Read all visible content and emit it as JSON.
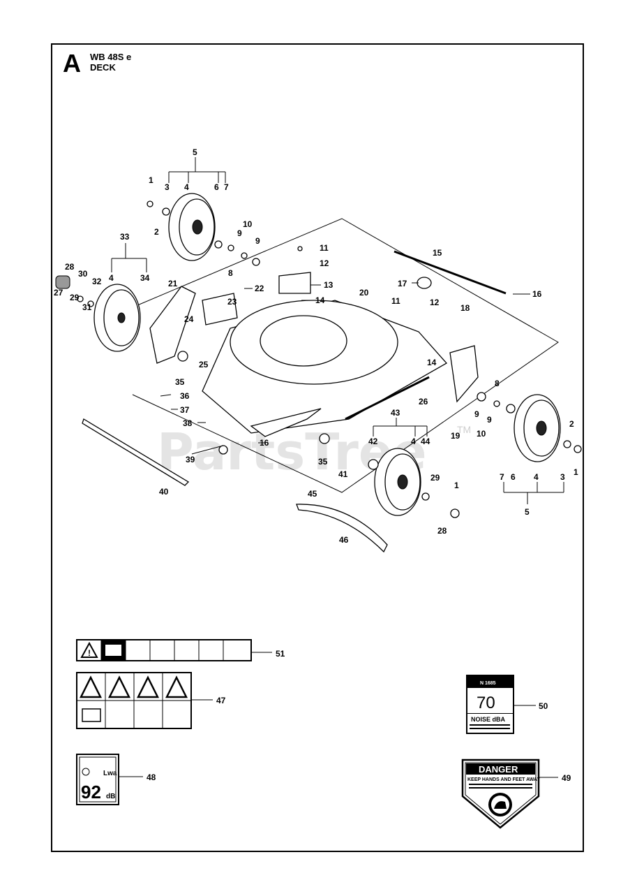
{
  "header": {
    "section": "A",
    "model": "WB 48S e",
    "title": "DECK"
  },
  "watermark": "PartsTree",
  "watermark_tm": "TM",
  "decals": {
    "noise_small": {
      "value": "92",
      "unit": "dB",
      "lwa": "Lwa"
    },
    "noise_large": {
      "value": "70",
      "caption": "NOISE dBA",
      "code": "N 1685"
    },
    "danger": {
      "heading": "DANGER",
      "text": "KEEP HANDS AND FEET AWAY"
    }
  },
  "callouts": [
    "1",
    "2",
    "3",
    "4",
    "5",
    "6",
    "7",
    "8",
    "9",
    "10",
    "11",
    "12",
    "13",
    "14",
    "15",
    "16",
    "17",
    "18",
    "19",
    "20",
    "21",
    "22",
    "23",
    "24",
    "25",
    "26",
    "27",
    "28",
    "29",
    "30",
    "31",
    "32",
    "33",
    "34",
    "35",
    "36",
    "37",
    "38",
    "39",
    "40",
    "41",
    "42",
    "43",
    "44",
    "45",
    "46",
    "47",
    "48",
    "49",
    "50",
    "51"
  ]
}
